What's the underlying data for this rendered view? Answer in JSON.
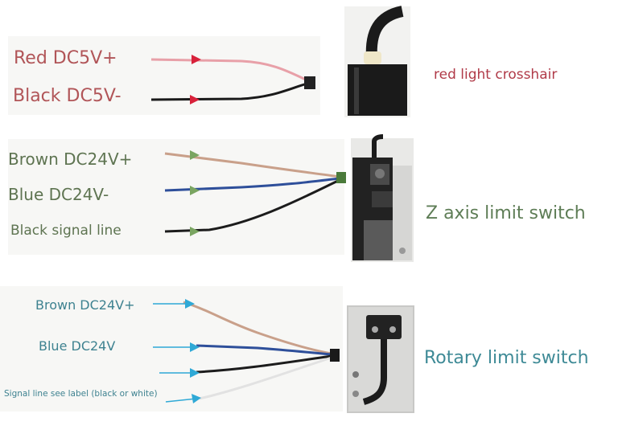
{
  "sections": [
    {
      "id": "crosshair",
      "name": "red light crosshair",
      "name_color": "#b03a48",
      "wires": [
        {
          "label": "Red DC5V+",
          "wire_color": "#e8a0a8",
          "label_color": "#b15558",
          "arrow_color": "#d8213a"
        },
        {
          "label": "Black DC5V-",
          "wire_color": "#1a1a1a",
          "label_color": "#b15558",
          "arrow_color": "#d8213a"
        }
      ]
    },
    {
      "id": "z-axis",
      "name": "Z axis limit switch",
      "name_color": "#5e7d56",
      "wires": [
        {
          "label": "Brown DC24V+",
          "wire_color": "#c9a08a",
          "label_color": "#5e7451",
          "arrow_color": "#7aa561"
        },
        {
          "label": "Blue DC24V-",
          "wire_color": "#2e4f9a",
          "label_color": "#5e7451",
          "arrow_color": "#7aa561"
        },
        {
          "label": "Black signal line",
          "wire_color": "#1c1c1c",
          "label_color": "#5e7451",
          "arrow_color": "#7aa561"
        }
      ]
    },
    {
      "id": "rotary",
      "name": "Rotary limit switch",
      "name_color": "#3e8a96",
      "wires": [
        {
          "label": "Brown DC24V+",
          "wire_color": "#c9a08a",
          "label_color": "#3e8290",
          "arrow_color": "#2fa9d6"
        },
        {
          "label": "Blue DC24V",
          "wire_color": "#2e4f9a",
          "label_color": "#3e8290",
          "arrow_color": "#2fa9d6"
        },
        {
          "label": "",
          "wire_color": "#1c1c1c",
          "label_color": "#3e8290",
          "arrow_color": "#2fa9d6"
        },
        {
          "label": "Signal line see label (black or white)",
          "wire_color": "#e2e2e2",
          "label_color": "#3e8290",
          "arrow_color": "#2fa9d6"
        }
      ]
    }
  ]
}
